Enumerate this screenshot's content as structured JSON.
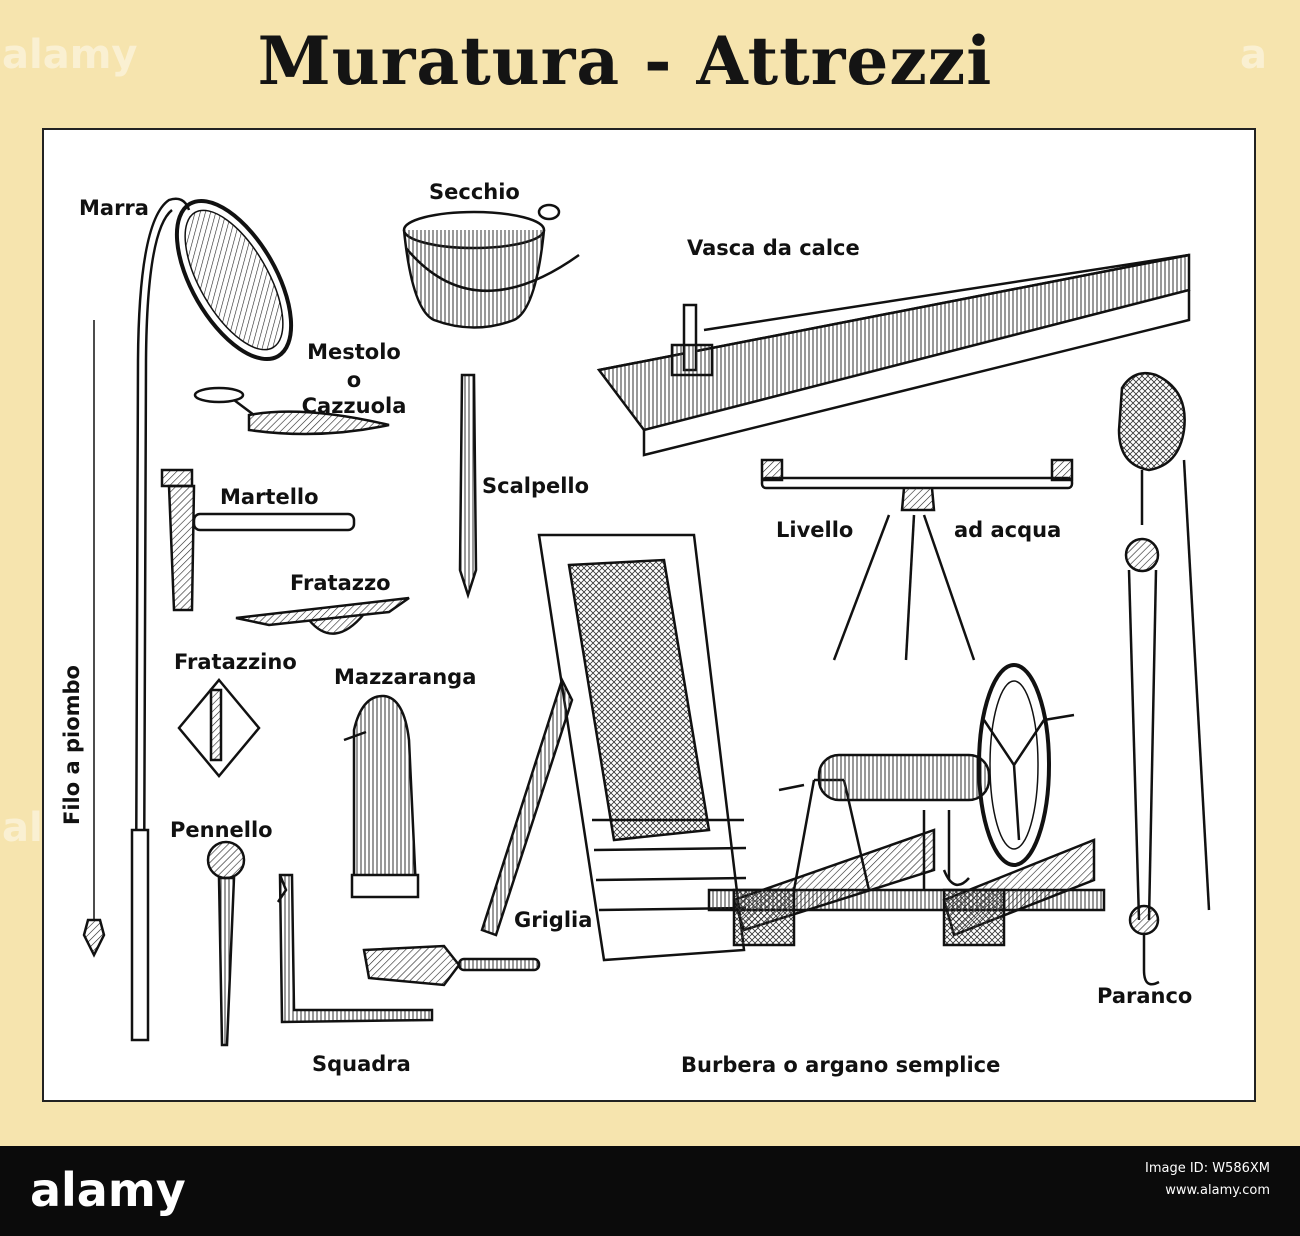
{
  "title": "Muratura - Attrezzi",
  "labels": {
    "marra": "Marra",
    "secchio": "Secchio",
    "vasca": "Vasca da calce",
    "mestolo": "Mestolo",
    "o": "o",
    "cazzuola": "Cazzuola",
    "scalpello": "Scalpello",
    "martello": "Martello",
    "livello": "Livello",
    "ad_acqua": "ad acqua",
    "fratazzo": "Fratazzo",
    "fratazzino": "Fratazzino",
    "mazzaranga": "Mazzaranga",
    "filo": "Filo a piombo",
    "pennello": "Pennello",
    "griglia": "Griglia",
    "paranco": "Paranco",
    "squadra": "Squadra",
    "burbera": "Burbera o argano semplice"
  },
  "watermark": {
    "brand": "alamy",
    "side": "alamy",
    "side_right": "a",
    "code_line1": "Image ID: W586XM",
    "code_line2": "www.alamy.com"
  },
  "colors": {
    "background": "#f6e4ae",
    "panel": "#ffffff",
    "ink": "#111111",
    "footer": "#0b0b0b"
  }
}
